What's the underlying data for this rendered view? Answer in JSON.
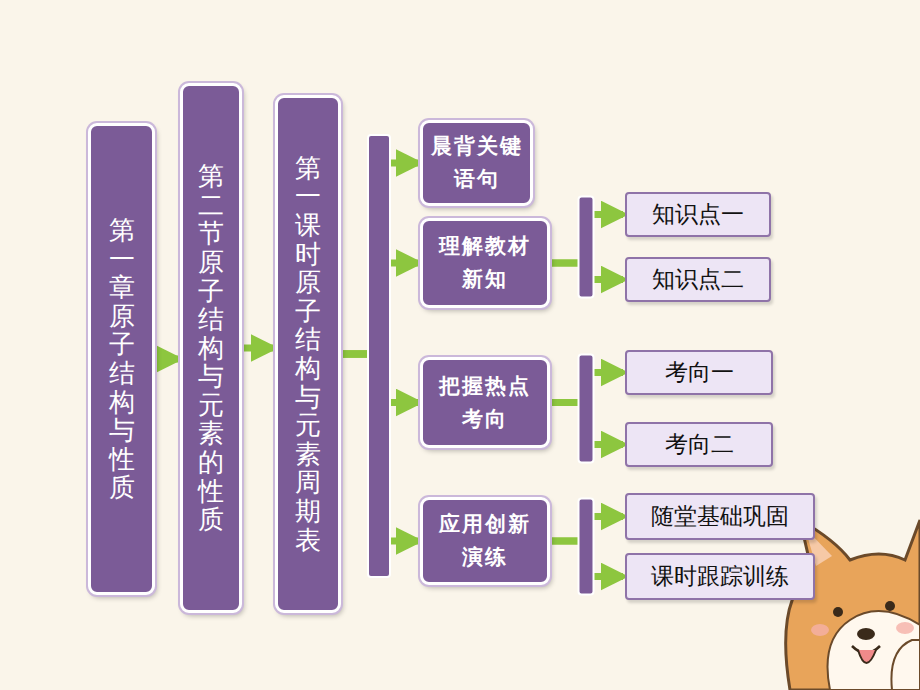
{
  "diagram": {
    "nodes": [
      {
        "text": [
          "第一章　原子结构与性质"
        ]
      },
      {
        "text": [
          "第二节　原子结构与元素的性质"
        ]
      },
      {
        "text": [
          "第一课时　原子结构与元素周期表"
        ]
      },
      {
        "text": [
          "晨背关键语句"
        ]
      },
      {
        "text": [
          "理解教材新知"
        ]
      },
      {
        "text": [
          "知识点一"
        ]
      },
      {
        "text": [
          "知识点二"
        ]
      },
      {
        "text": [
          "把握热点考向"
        ]
      },
      {
        "text": [
          "考向一"
        ]
      },
      {
        "text": [
          "考向二"
        ]
      },
      {
        "text": [
          "应用创新演练"
        ]
      },
      {
        "text": [
          "随堂基础巩固"
        ]
      },
      {
        "text": [
          "课时跟踪训练"
        ]
      }
    ],
    "edges": [
      {
        "from": 0,
        "to": 1,
        "arrow": "to"
      },
      {
        "from": 1,
        "to": 2,
        "arrow": "to"
      },
      {
        "from": 2,
        "to": 3,
        "arrow": "to"
      },
      {
        "from": 2,
        "to": 4,
        "arrow": "to"
      },
      {
        "from": 2,
        "to": 7,
        "arrow": "to"
      },
      {
        "from": 2,
        "to": 10,
        "arrow": "to"
      },
      {
        "from": 4,
        "to": 5,
        "arrow": "to"
      },
      {
        "from": 4,
        "to": 6,
        "arrow": "to"
      },
      {
        "from": 7,
        "to": 8,
        "arrow": "to"
      },
      {
        "from": 7,
        "to": 9,
        "arrow": "to"
      },
      {
        "from": 10,
        "to": 11,
        "arrow": "to"
      },
      {
        "from": 10,
        "to": 12,
        "arrow": "to"
      }
    ]
  }
}
